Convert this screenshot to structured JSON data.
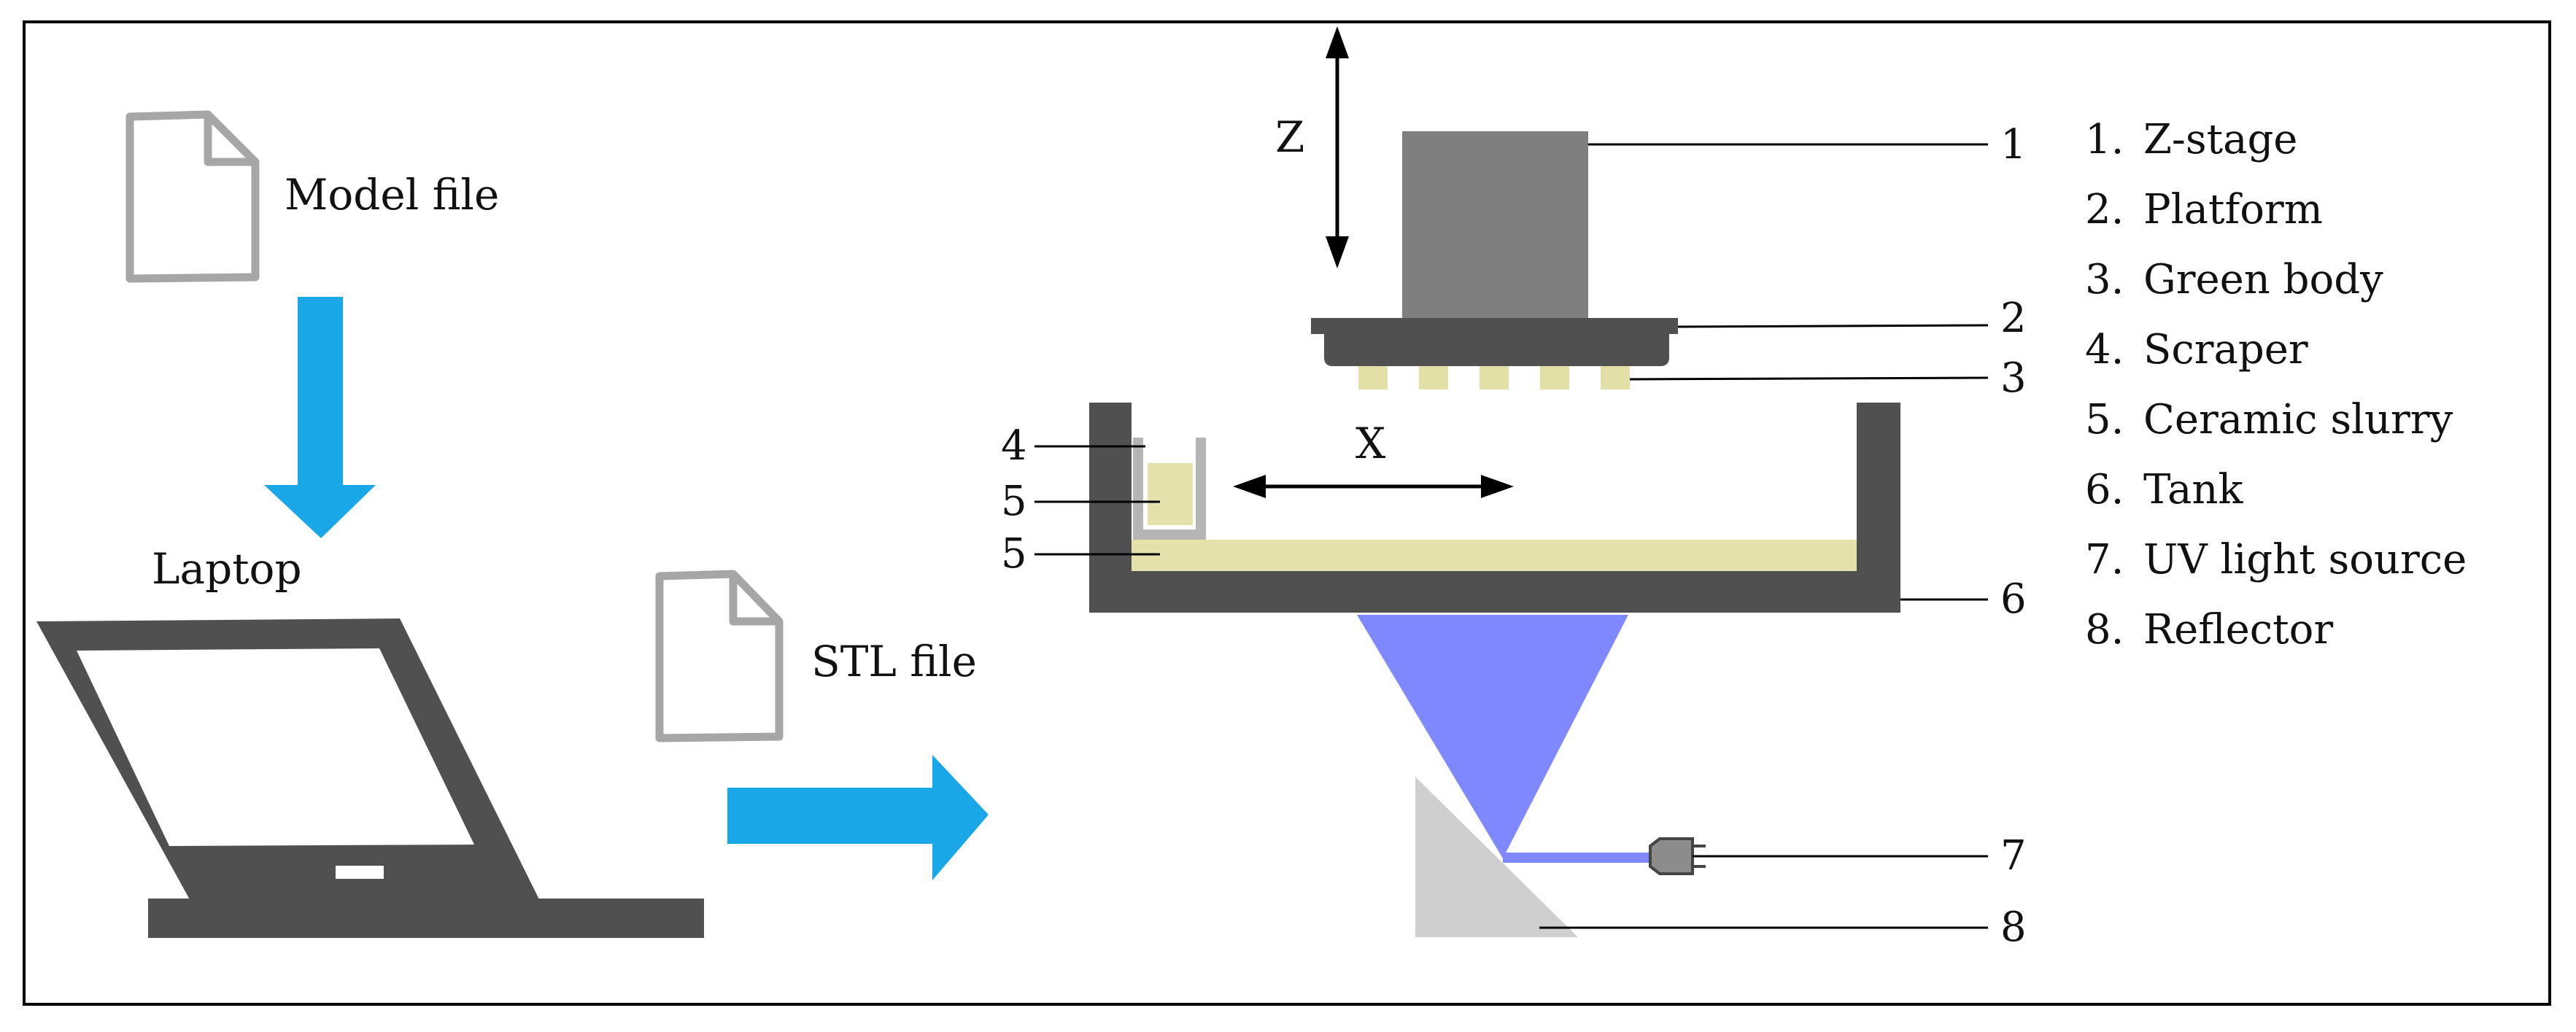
{
  "labels": {
    "model_file": "Model file",
    "laptop": "Laptop",
    "stl_file": "STL file",
    "axis_z": "Z",
    "axis_x": "X"
  },
  "callouts": {
    "n1": "1",
    "n2": "2",
    "n3": "3",
    "n4": "4",
    "n5a": "5",
    "n5b": "5",
    "n6": "6",
    "n7": "7",
    "n8": "8"
  },
  "legend": [
    {
      "num": "1.",
      "text": "Z-stage"
    },
    {
      "num": "2.",
      "text": "Platform"
    },
    {
      "num": "3.",
      "text": "Green body"
    },
    {
      "num": "4.",
      "text": "Scraper"
    },
    {
      "num": "5.",
      "text": "Ceramic slurry"
    },
    {
      "num": "6.",
      "text": "Tank"
    },
    {
      "num": "7.",
      "text": "UV light source"
    },
    {
      "num": "8.",
      "text": "Reflector"
    }
  ],
  "colors": {
    "frame": "#000000",
    "file_icon": "#a6a6a6",
    "flow_arrow": "#1aa7e8",
    "device_dark": "#505050",
    "z_stage": "#7f7f7f",
    "green_body": "#e2e0a6",
    "slurry": "#e4e2aa",
    "uv_beam": "#8088ff",
    "reflector": "#cfcfcf"
  }
}
